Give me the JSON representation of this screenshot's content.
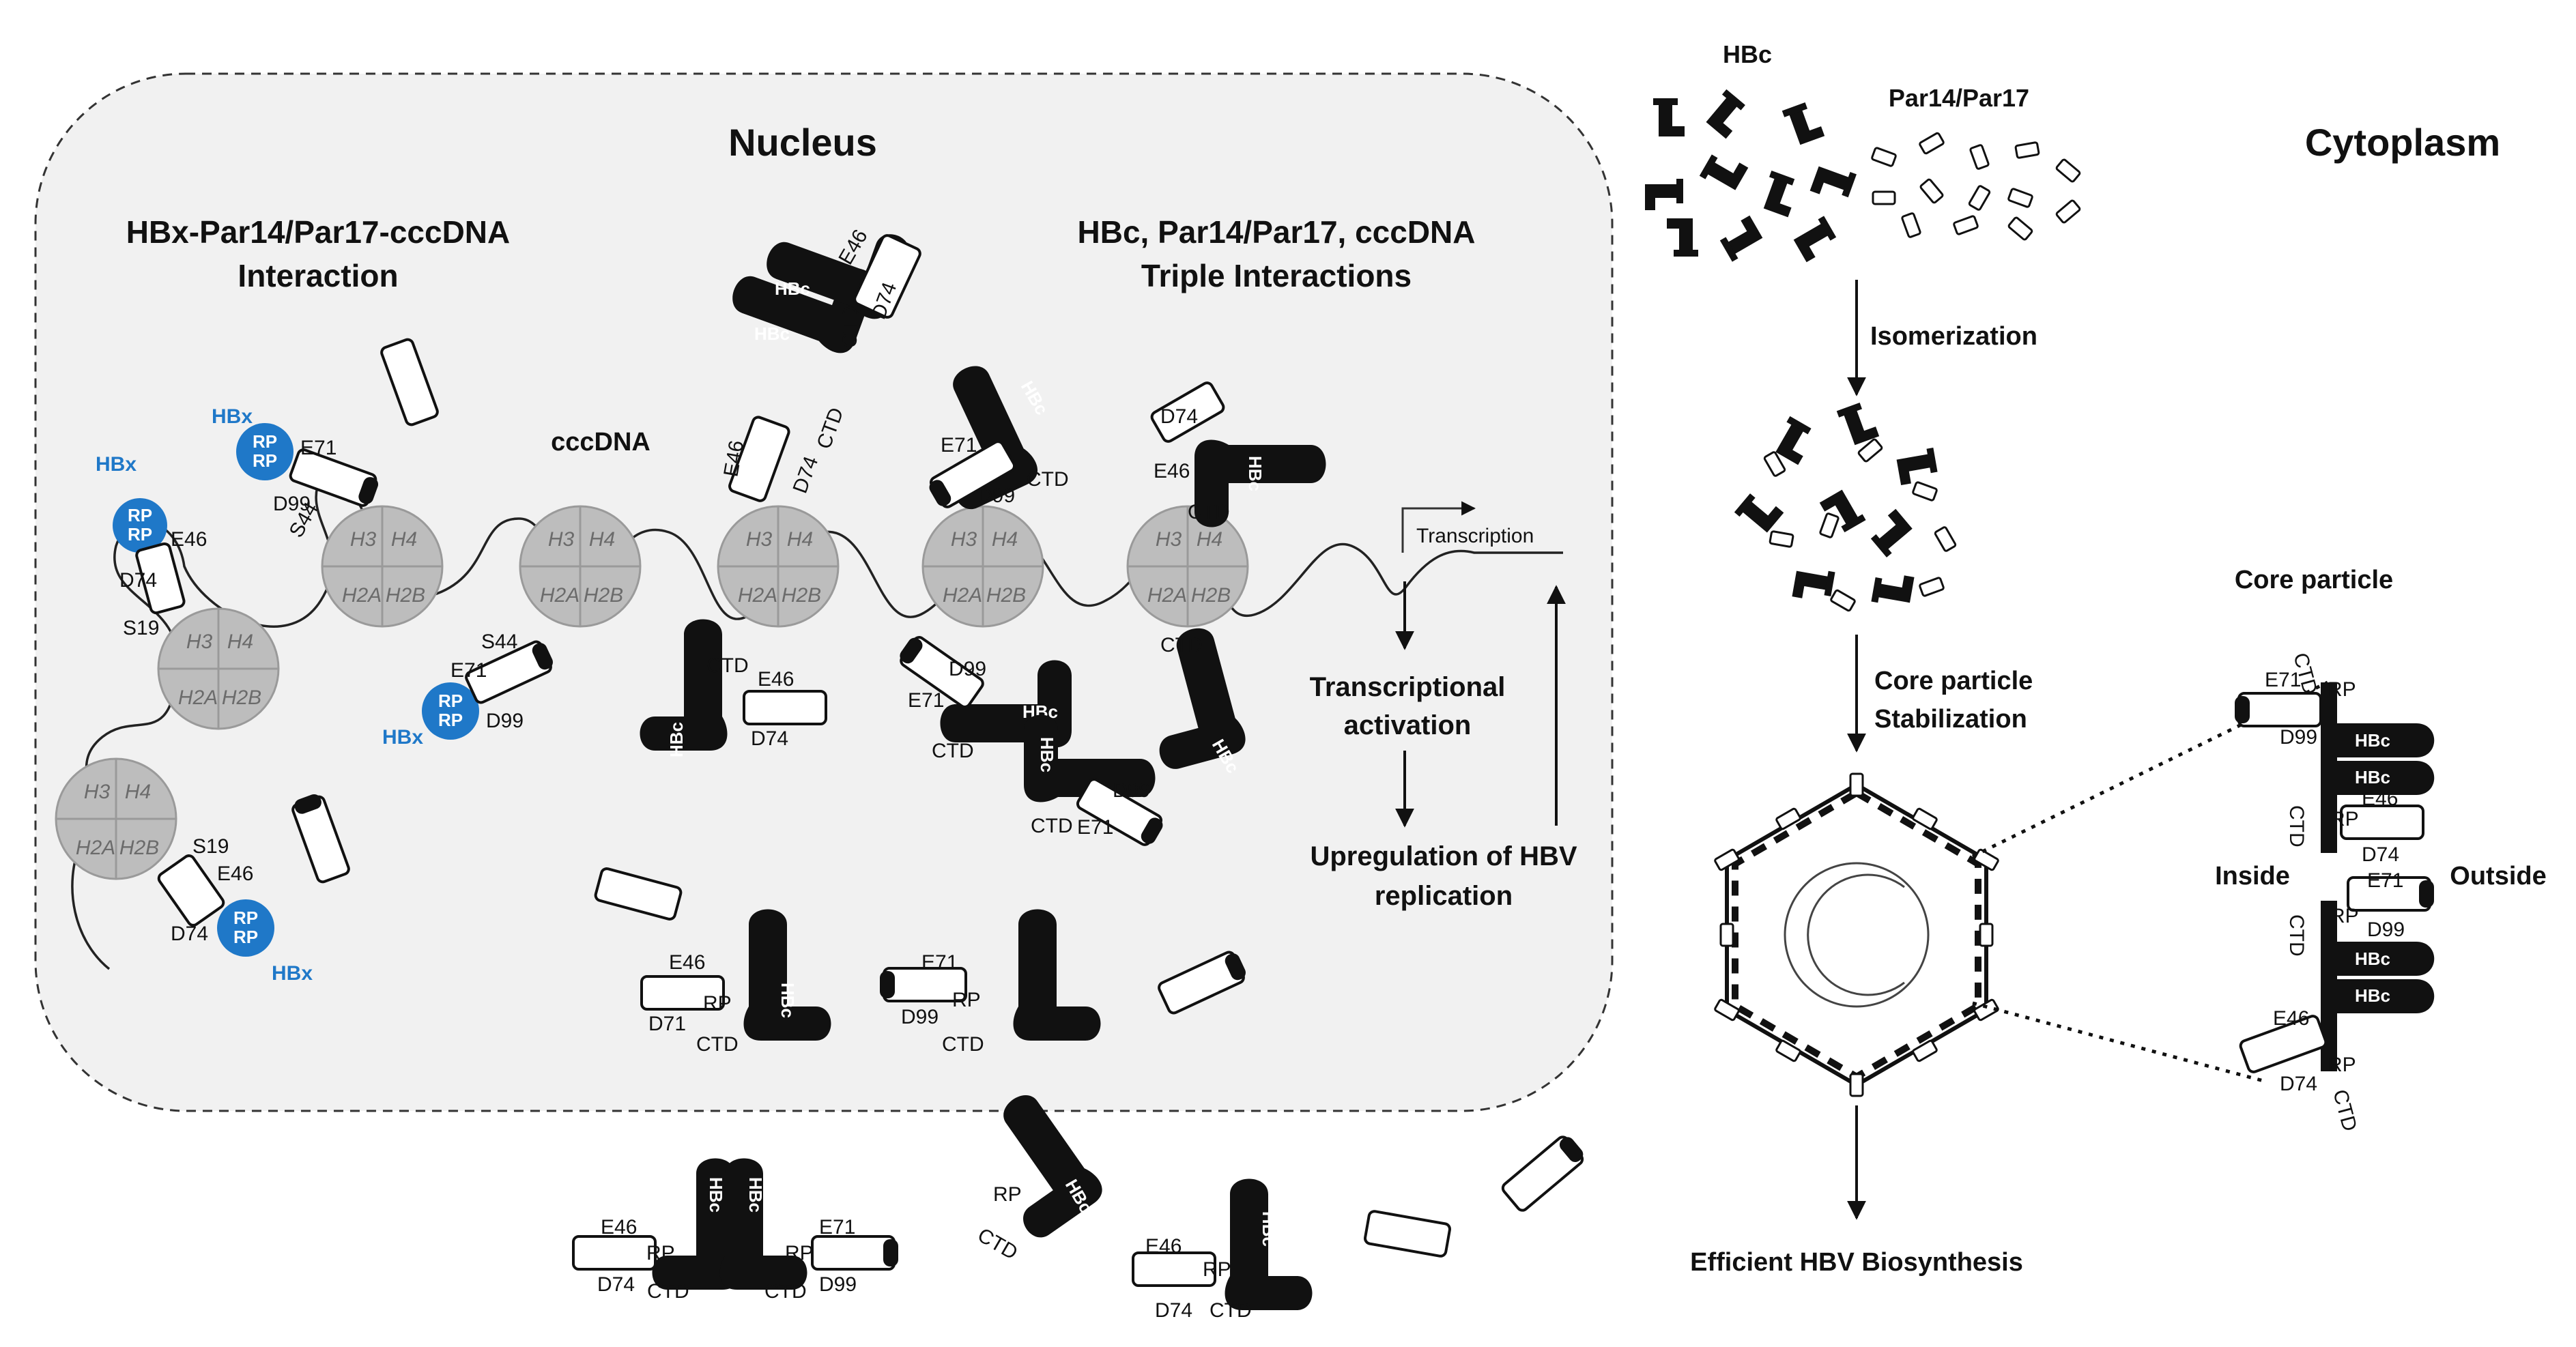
{
  "nucleus": {
    "title": "Nucleus",
    "left_heading_line1": "HBx-Par14/Par17-cccDNA",
    "left_heading_line2": "Interaction",
    "right_heading_line1": "HBc, Par14/Par17, cccDNA",
    "right_heading_line2": "Triple Interactions",
    "cccdna_label": "cccDNA",
    "transcription_label": "Transcription",
    "transcriptional_activation_line1": "Transcriptional",
    "transcriptional_activation_line2": "activation",
    "upregulation_line1": "Upregulation of HBV",
    "upregulation_line2": "replication"
  },
  "histone_labels": [
    "H3",
    "H4",
    "H2A",
    "H2B"
  ],
  "protein_labels": {
    "hbx": "HBx",
    "hbc": "HBc",
    "rp": "RP",
    "ctd": "CTD",
    "e46": "E46",
    "e71": "E71",
    "d74": "D74",
    "d99": "D99",
    "d71": "D71",
    "s19": "S19",
    "s44": "S44"
  },
  "cytoplasm": {
    "title": "Cytoplasm",
    "hbc_label": "HBc",
    "par_label": "Par14/Par17",
    "isomerization_label": "Isomerization",
    "stabilization_line1": "Core particle",
    "stabilization_line2": "Stabilization",
    "biosynthesis_label": "Efficient HBV Biosynthesis",
    "core_particle_label": "Core particle",
    "inside_label": "Inside",
    "outside_label": "Outside"
  },
  "colors": {
    "hbx_blue": "#1f78c8",
    "hbc_black": "#111111",
    "histone_gray": "#bdbdbd",
    "nucleus_fill": "#f1f1f1"
  }
}
